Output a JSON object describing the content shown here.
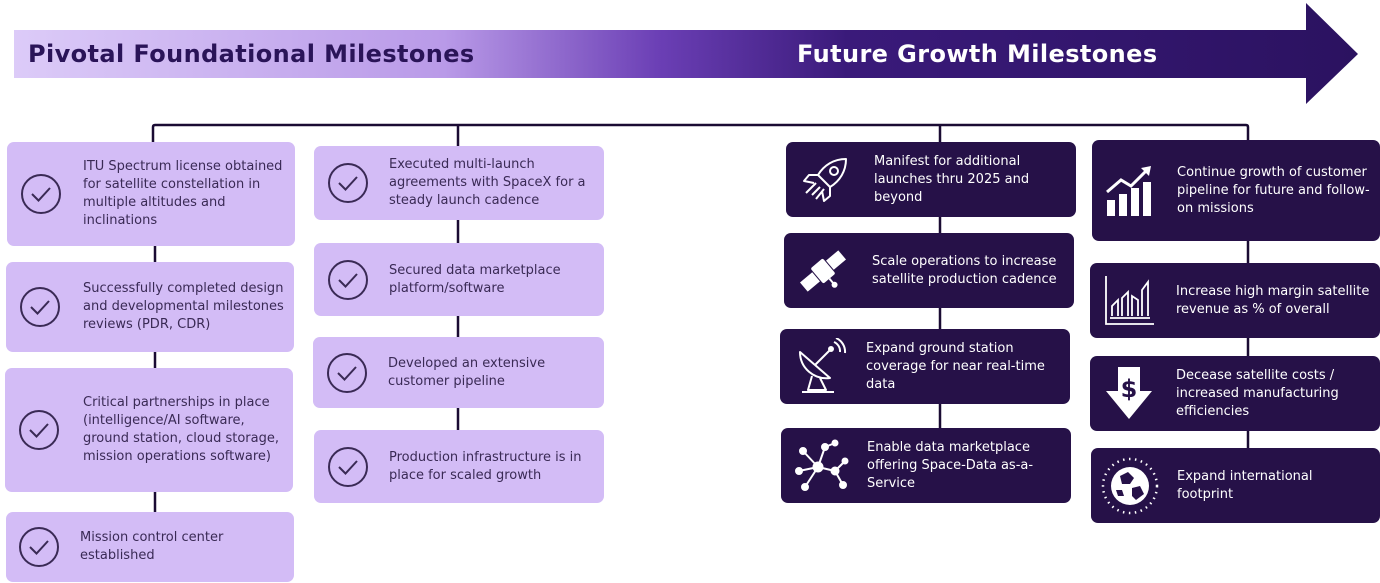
{
  "banner": {
    "left_title": "Pivotal Foundational Milestones",
    "right_title": "Future Growth Milestones"
  },
  "colors": {
    "light_box": "#d3bcf6",
    "dark_box": "#261148",
    "arrow_start": "#d9c8f7",
    "arrow_end": "#2b1260",
    "connector": "#1a0b33"
  },
  "foundational": {
    "col1": [
      {
        "icon": "check-circle-icon",
        "text": "ITU Spectrum license obtained for satellite constellation in multiple altitudes and inclinations"
      },
      {
        "icon": "check-circle-icon",
        "text": "Successfully completed design and developmental milestones reviews (PDR, CDR)"
      },
      {
        "icon": "check-circle-icon",
        "text": "Critical partnerships in place (intelligence/AI software, ground station, cloud storage, mission operations software)"
      },
      {
        "icon": "check-circle-icon",
        "text": "Mission control center established"
      }
    ],
    "col2": [
      {
        "icon": "check-circle-icon",
        "text": "Executed multi-launch agreements with SpaceX for a steady launch cadence"
      },
      {
        "icon": "check-circle-icon",
        "text": "Secured data marketplace platform/software"
      },
      {
        "icon": "check-circle-icon",
        "text": "Developed an extensive customer pipeline"
      },
      {
        "icon": "check-circle-icon",
        "text": "Production infrastructure is in place for scaled growth"
      }
    ]
  },
  "future": {
    "col3": [
      {
        "icon": "rocket-icon",
        "text": "Manifest for additional launches thru 2025 and beyond"
      },
      {
        "icon": "satellite-icon",
        "text": "Scale operations to increase satellite production cadence"
      },
      {
        "icon": "satellite-dish-icon",
        "text": "Expand ground station coverage for near real-time data"
      },
      {
        "icon": "network-icon",
        "text": "Enable data marketplace offering Space-Data as-a-Service"
      }
    ],
    "col4": [
      {
        "icon": "bar-chart-growth-icon",
        "text": "Continue growth of customer pipeline for future and follow-on missions"
      },
      {
        "icon": "revenue-chart-icon",
        "text": "Increase high margin satellite revenue as % of overall"
      },
      {
        "icon": "dollar-down-arrow-icon",
        "text": "Decease satellite costs / increased manufacturing efficiencies"
      },
      {
        "icon": "globe-icon",
        "text": "Expand international footprint"
      }
    ]
  }
}
